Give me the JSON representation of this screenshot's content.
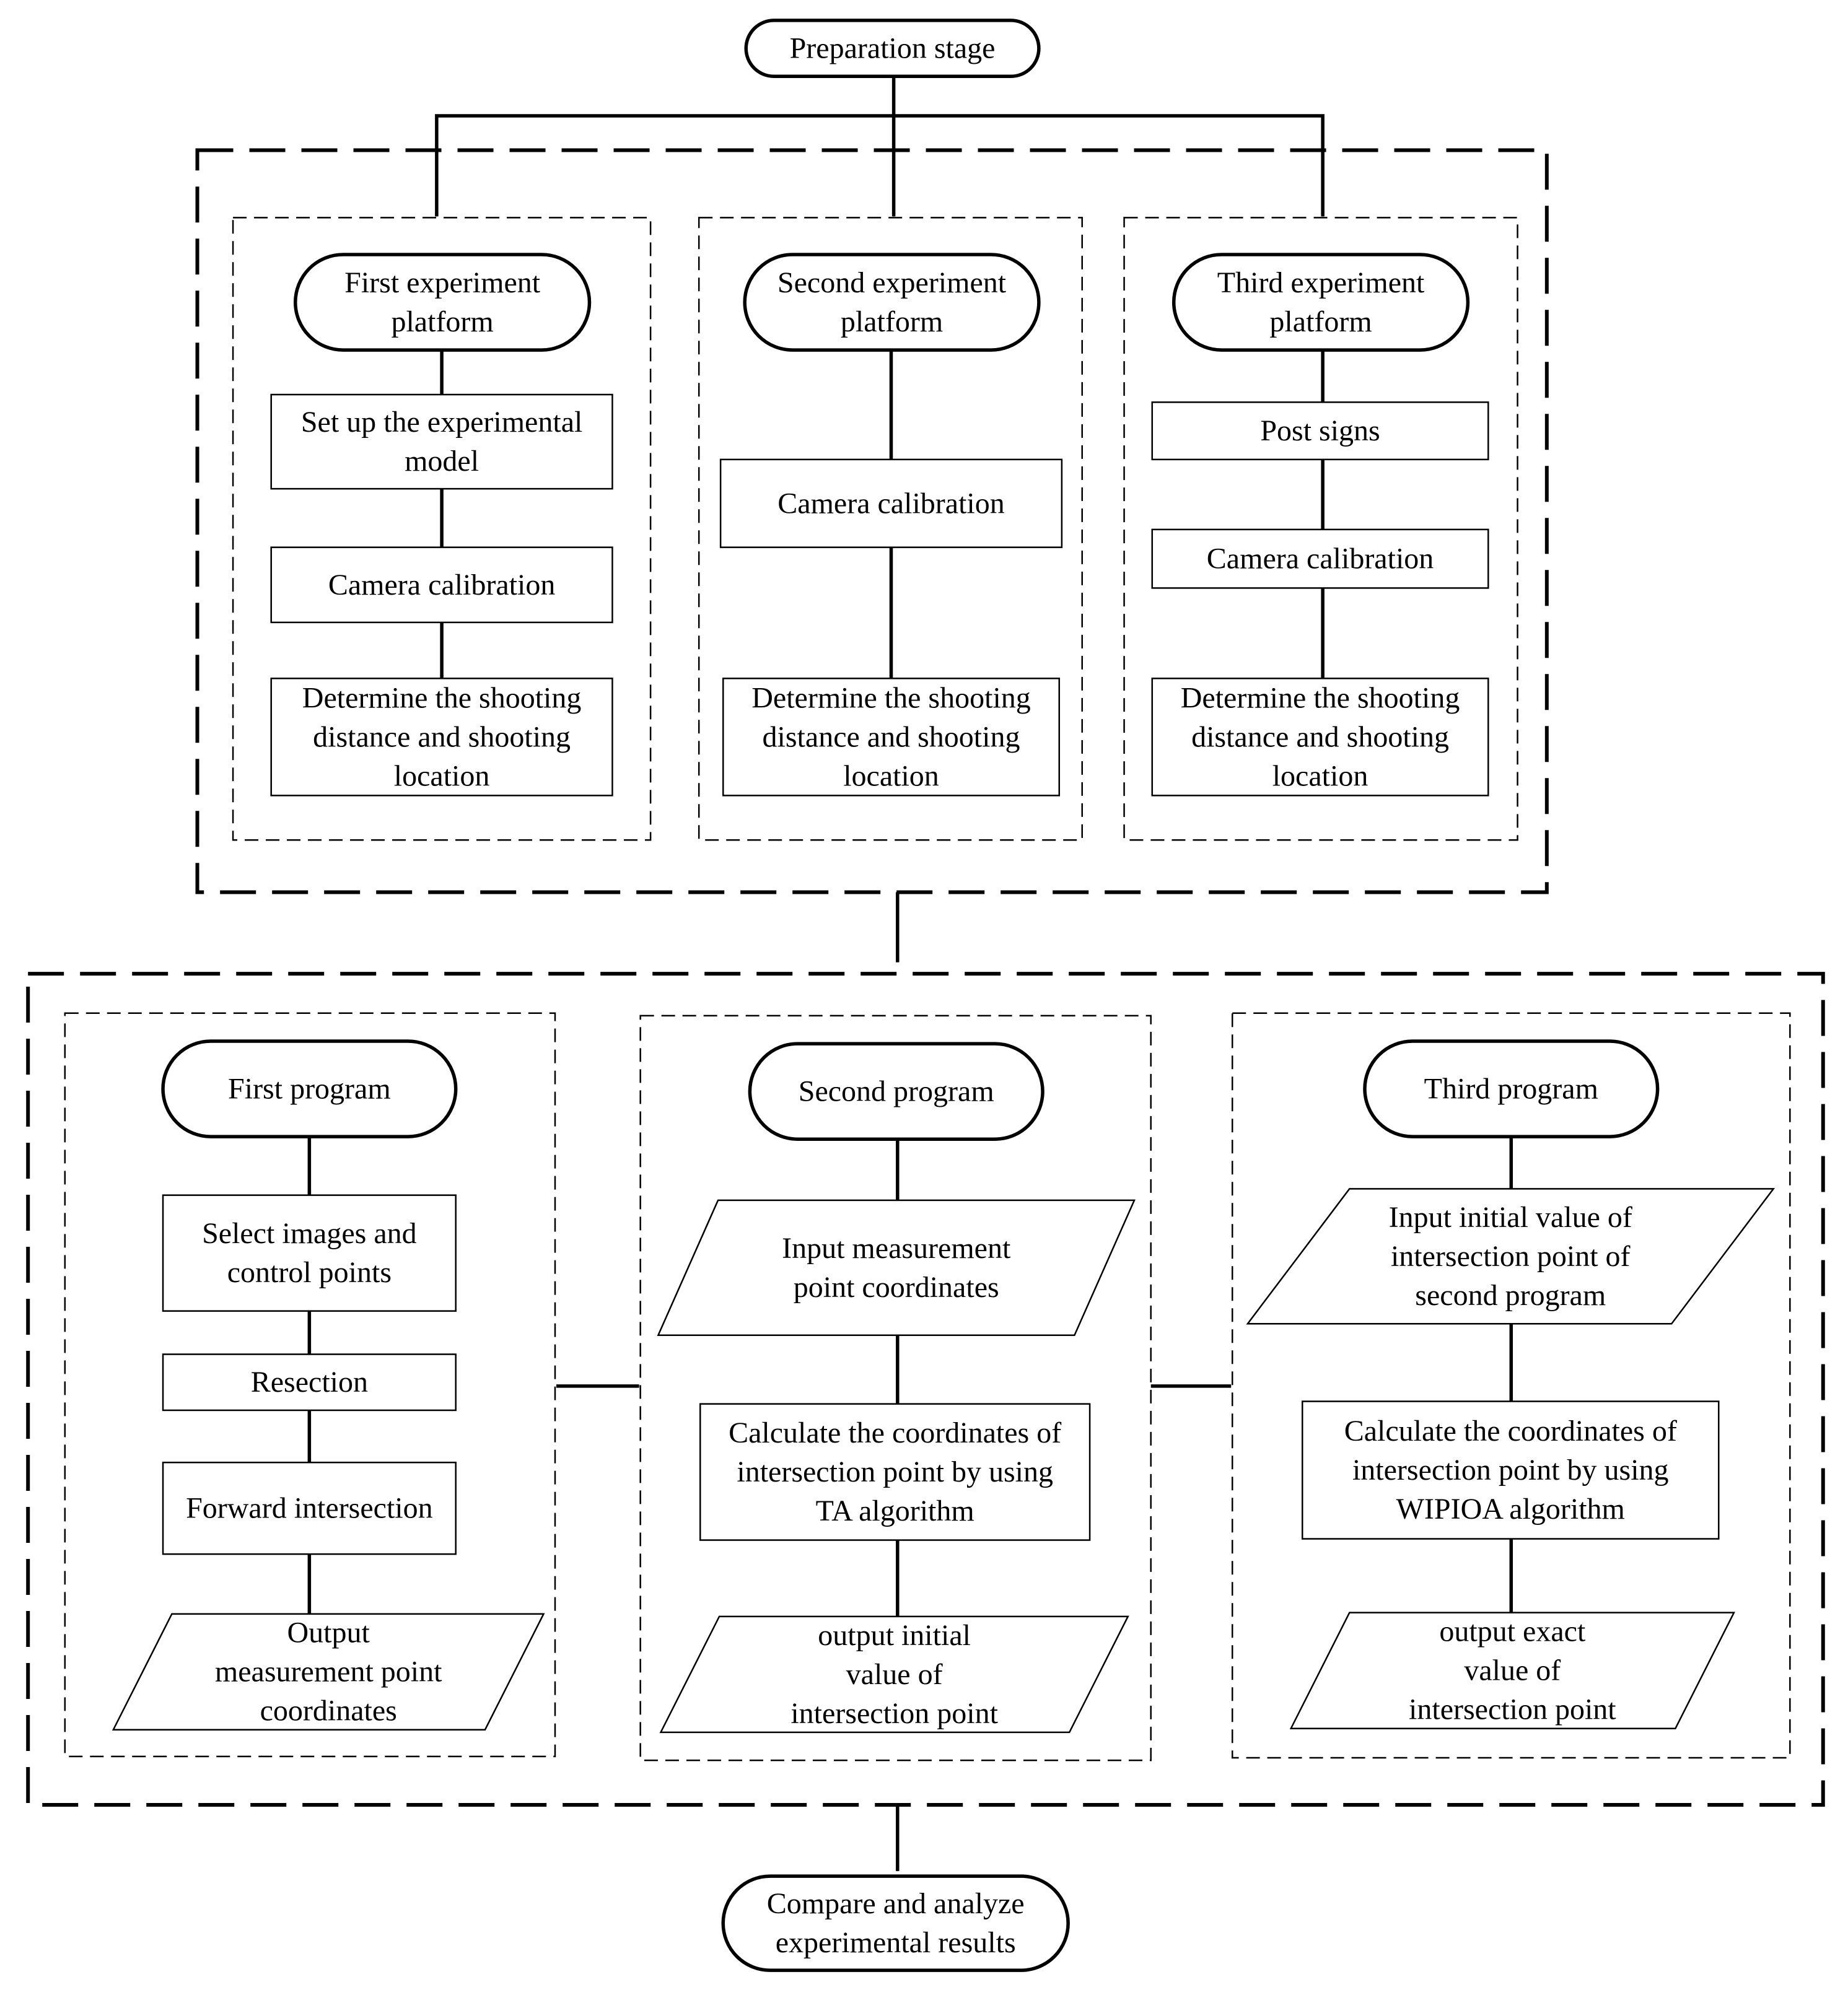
{
  "start": "Preparation stage",
  "end": [
    "Compare and analyze",
    "experimental results"
  ],
  "platforms": [
    {
      "title": [
        "First experiment",
        "platform"
      ],
      "steps": [
        [
          "Set up the experimental",
          "model"
        ],
        [
          "Camera calibration"
        ],
        [
          "Determine the shooting",
          "distance and shooting",
          "location"
        ]
      ]
    },
    {
      "title": [
        "Second experiment",
        "platform"
      ],
      "steps": [
        [
          "Camera calibration"
        ],
        [
          "Determine the shooting",
          "distance and shooting",
          "location"
        ]
      ]
    },
    {
      "title": [
        "Third experiment",
        "platform"
      ],
      "steps": [
        [
          "Post signs"
        ],
        [
          "Camera calibration"
        ],
        [
          "Determine the shooting",
          "distance and shooting",
          "location"
        ]
      ]
    }
  ],
  "programs": [
    {
      "title": [
        "First program"
      ],
      "steps": [
        [
          "Select images and",
          "control points"
        ],
        [
          "Resection"
        ],
        [
          "Forward intersection"
        ],
        [
          "Output",
          "measurement point",
          "coordinates"
        ]
      ]
    },
    {
      "title": [
        "Second program"
      ],
      "steps": [
        [
          "Input measurement",
          "point coordinates"
        ],
        [
          "Calculate the coordinates of",
          "intersection point by using",
          "TA algorithm"
        ],
        [
          "output  initial",
          "value of",
          "intersection point"
        ]
      ]
    },
    {
      "title": [
        "Third program"
      ],
      "steps": [
        [
          "Input  initial value of",
          "intersection point of",
          "second program"
        ],
        [
          "Calculate the coordinates of",
          "intersection point by using",
          "WIPIOA algorithm"
        ],
        [
          "output  exact",
          "value of",
          "intersection point"
        ]
      ]
    }
  ]
}
